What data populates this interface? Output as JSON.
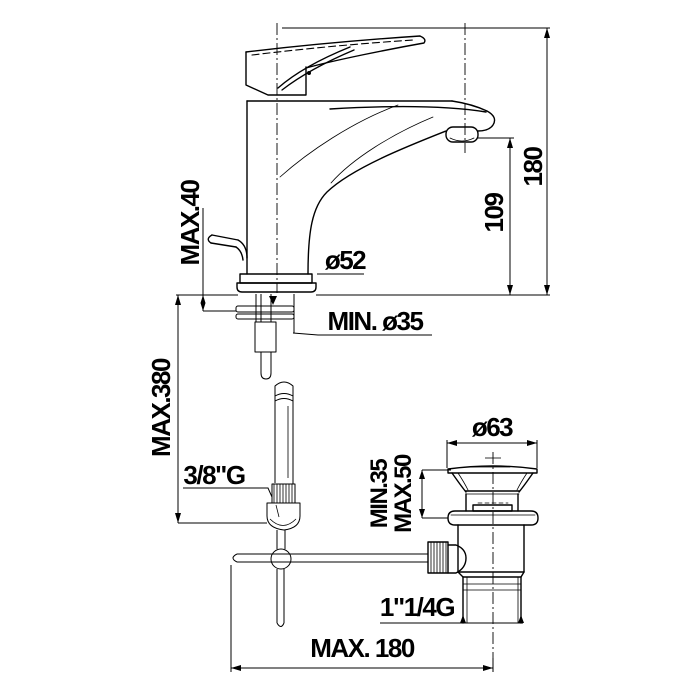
{
  "drawing": {
    "type": "technical-dimension-drawing",
    "subject": "single-lever basin mixer tap with flexible supply hose and pop-up waste drain",
    "background_color": "#ffffff",
    "line_color": "#000000",
    "dimensions": {
      "overall_height": "180",
      "spout_height": "109",
      "max_deck_thickness": "MAX.40",
      "base_diameter": "ø52",
      "min_hole_diameter": "MIN. ø35",
      "max_hose_length": "MAX.380",
      "supply_thread": "3/8\"G",
      "waste_cap_diameter": "ø63",
      "basin_thickness_min": "MIN.35",
      "basin_thickness_max": "MAX.50",
      "waste_thread": "1\"1/4G",
      "max_rod_reach": "MAX. 180"
    }
  }
}
